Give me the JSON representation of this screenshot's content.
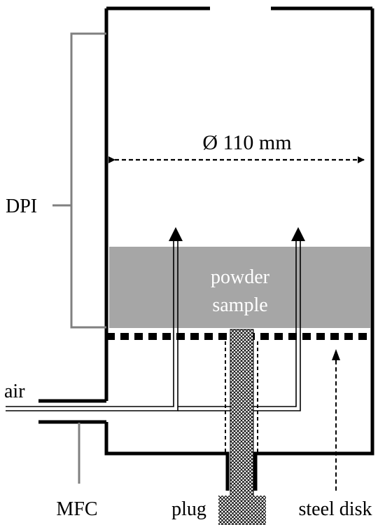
{
  "labels": {
    "dpi": "DPI",
    "diameter": "Ø 110 mm",
    "powder_line1": "powder",
    "powder_line2": "sample",
    "air": "air",
    "mfc": "MFC",
    "plug": "plug",
    "steel_disk": "steel disk"
  },
  "colors": {
    "wall": "#000000",
    "dpi_line": "#808080",
    "powder_fill": "#a6a6a6",
    "powder_text": "#ffffff",
    "plug_pattern": "#000000",
    "plug_bg": "#ffffff"
  }
}
